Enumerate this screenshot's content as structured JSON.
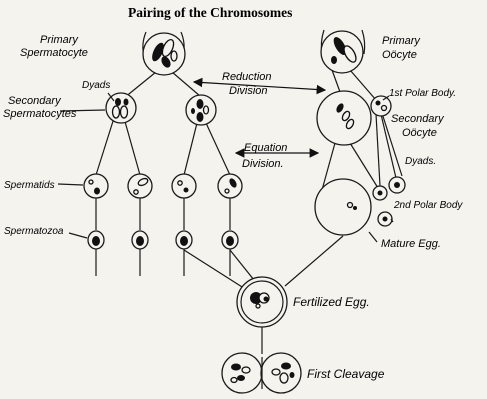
{
  "title": "Pairing of the Chromosomes",
  "labels": {
    "primary_spermatocyte_1": "Primary",
    "primary_spermatocyte_2": "Spermatocyte",
    "dyads_left": "Dyads",
    "secondary_spermatocytes_1": "Secondary",
    "secondary_spermatocytes_2": "Spermatocytes",
    "spermatids": "Spermatids",
    "spermatozoa": "Spermatozoa",
    "reduction_division_1": "Reduction",
    "reduction_division_2": "Division",
    "equation_division_1": "Equation",
    "equation_division_2": "Division.",
    "primary_oocyte_1": "Primary",
    "primary_oocyte_2": "Oöcyte",
    "first_polar_body": "1st Polar Body.",
    "secondary_oocyte_1": "Secondary",
    "secondary_oocyte_2": "Oöcyte",
    "dyads_right": "Dyads.",
    "second_polar_body": "2nd Polar Body",
    "mature_egg": "Mature Egg.",
    "fertilized_egg": "Fertilized Egg.",
    "first_cleavage": "First Cleavage"
  },
  "icons": {
    "arrow": "double-headed-arrow-icon"
  }
}
